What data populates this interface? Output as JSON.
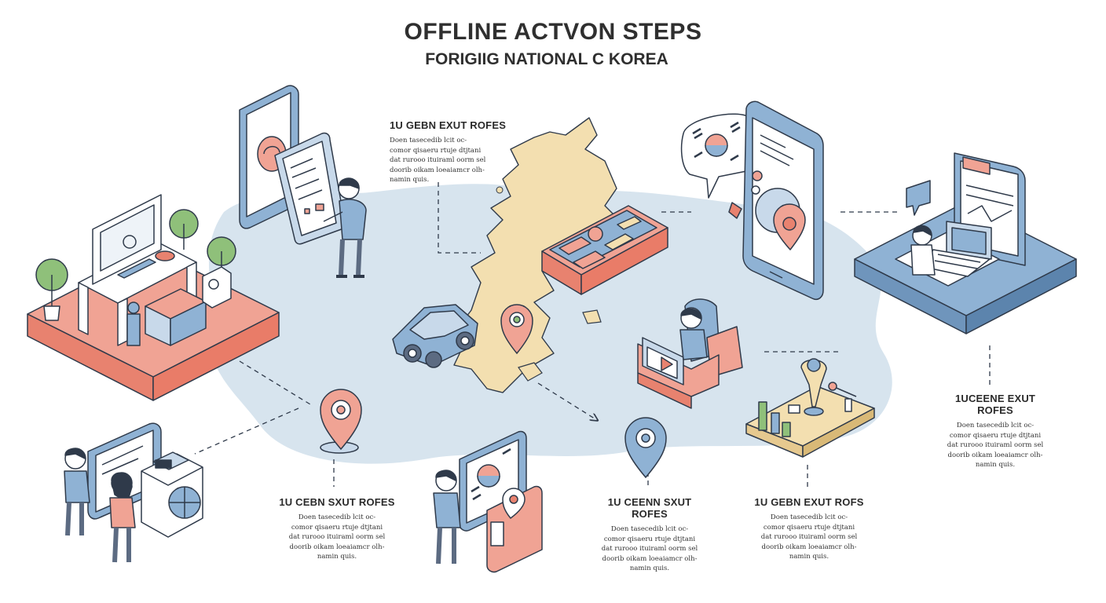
{
  "header": {
    "title": "OFFLINE ACTVON STEPS",
    "subtitle": "FORIGIIG NATIONAL C KOREA"
  },
  "callouts": [
    {
      "title": "1U GEBN EXUT ROFES",
      "body": "Doen tasecedib lcit oc-\ncomor qisaeru rtuje dtjtani\ndat rurooo ituiraml oorm sel\ndoorib oikam loeaiamcr olh-\nnamin quis."
    },
    {
      "title": "1UCEENE EXUT ROFES",
      "body": "Doen tasecedib lcit oc-\ncomor qisaeru rtuje dtjtani\ndat rurooo ituiraml oorm sel\ndoorib oikam loeaiamcr olh-\nnamin quis."
    },
    {
      "title": "1U CEBN SXUT ROFES",
      "body": "Doen tasecedib lcit oc-\ncomor qisaeru rtuje dtjtani\ndat rurooo ituiraml oorm sel\ndoorib oikam loeaiamcr olh-\nnamin quis."
    },
    {
      "title": "1U CEENN SXUT ROFES",
      "body": "Doen tasecedib lcit oc-\ncomor qisaeru rtuje dtjtani\ndat rurooo ituiraml oorm sel\ndoorib oikam loeaiamcr olh-\nnamin quis."
    },
    {
      "title": "1U GEBN EXUT ROFS",
      "body": "Doen tasecedib lcit oc-\ncomor qisaeru rtuje dtjtani\ndat rurooo ituiraml oorm sel\ndoorib oikam loeaiamcr olh-\nnamin quis."
    }
  ],
  "palette": {
    "coral": "#f0a394",
    "coral_dark": "#e8826f",
    "blue": "#8fb2d4",
    "blue_light": "#c8d9ea",
    "map_water": "#d7e4ee",
    "korea_land": "#f3dfb0",
    "tree_green": "#8fc07a",
    "outline": "#2f3a4a"
  },
  "icons": [
    "workstation-coral-platform-icon",
    "tablet-checklist-person-icon",
    "korea-map-icon",
    "ticket-kiosk-icon",
    "car-icon",
    "location-pin-icon",
    "smartphone-korea-flag-icon",
    "flag-speech-bubble-icon",
    "laptop-desk-platform-icon",
    "person-laptop-chair-icon",
    "dashboard-lamp-icon",
    "atm-people-icon",
    "person-screen-board-icon"
  ]
}
